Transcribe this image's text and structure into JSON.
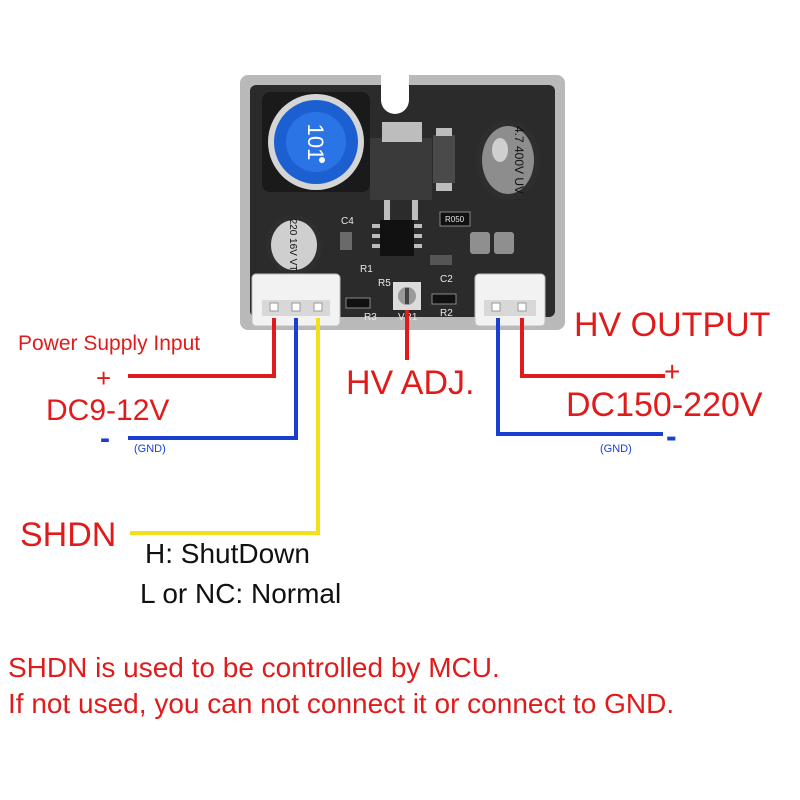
{
  "labels": {
    "power_supply_input": "Power Supply Input",
    "input_plus": "+",
    "input_voltage": "DC9-12V",
    "input_minus": "-",
    "input_gnd": "(GND)",
    "shdn": "SHDN",
    "shdn_high": "H:  ShutDown",
    "shdn_low": "L or NC: Normal",
    "hv_adj": "HV ADJ.",
    "hv_output": "HV OUTPUT",
    "output_plus": "+",
    "output_voltage": "DC150-220V",
    "output_minus": "-",
    "output_gnd": "(GND)"
  },
  "notes": {
    "line1": "SHDN is used to be controlled by MCU.",
    "line2": "If not used, you can not connect it or connect to GND."
  },
  "board": {
    "inductor_marking": "101",
    "cap_small_marking": "220 16V VT",
    "cap_large_marking": "4.7 400V UV",
    "silkscreen": [
      "C4",
      "R1",
      "R5",
      "R3",
      "VR1",
      "R2",
      "C2",
      "R050"
    ]
  },
  "colors": {
    "positive_wire": "#e01b1b",
    "ground_wire": "#1a3fd0",
    "shdn_wire": "#f2e01a",
    "pcb": "#2b2b2b"
  }
}
